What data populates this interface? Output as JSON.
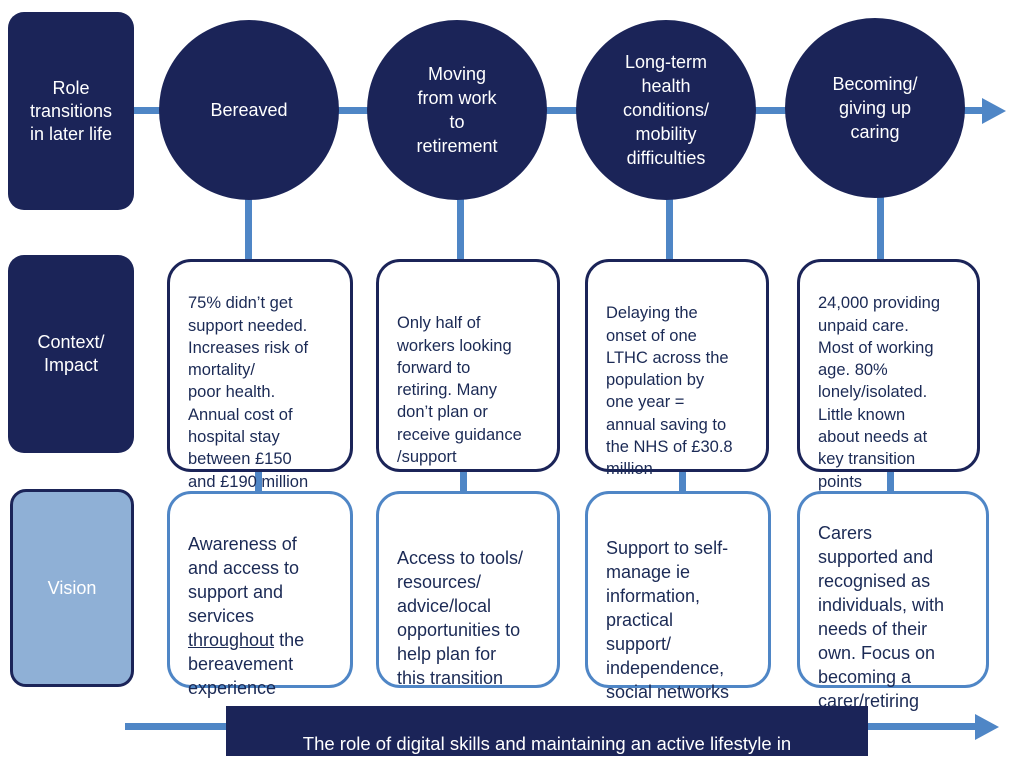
{
  "row_labels": {
    "transitions": "Role\ntransitions\nin later life",
    "context": "Context/\nImpact",
    "vision": "Vision"
  },
  "stages": [
    {
      "title": "Bereaved",
      "context": "75% didn’t get\nsupport needed.\nIncreases risk of\nmortality/\npoor health.\nAnnual cost of\nhospital stay\nbetween £150\nand £190 million",
      "vision_before": "Awareness of\nand access to\nsupport and\nservices\n",
      "vision_underlined": "throughout",
      "vision_after": " the\nbereavement\nexperience"
    },
    {
      "title": "Moving\nfrom work\nto\nretirement",
      "context": "Only half of\nworkers looking\nforward to\nretiring. Many\ndon’t plan or\nreceive guidance\n/support",
      "vision": "Access to tools/\nresources/\nadvice/local\nopportunities  to\nhelp plan for\nthis transition"
    },
    {
      "title": "Long-term\nhealth\nconditions/\nmobility\ndifficulties",
      "context": "Delaying the\nonset of one\nLTHC across the\npopulation by\none year =\nannual saving to\nthe NHS of £30.8\nmillion",
      "vision": "Support to self-\nmanage ie\ninformation,\npractical\nsupport/\nindependence,\nsocial networks"
    },
    {
      "title": "Becoming/\ngiving up\ncaring",
      "context": "24,000 providing\nunpaid care.\nMost of working\nage. 80%\nlonely/isolated.\nLittle known\nabout needs at\nkey transition\npoints",
      "vision": "Carers\nsupported and\nrecognised as\nindividuals, with\nneeds of their\nown. Focus on\nbecoming a\ncarer/retiring"
    }
  ],
  "banner": "The role of digital skills and maintaining an active lifestyle in\npreventing triggers for loneliness",
  "colors": {
    "navy": "#1b2458",
    "arrow_blue": "#4f86c6",
    "vision_label_fill": "#8fb0d6"
  }
}
